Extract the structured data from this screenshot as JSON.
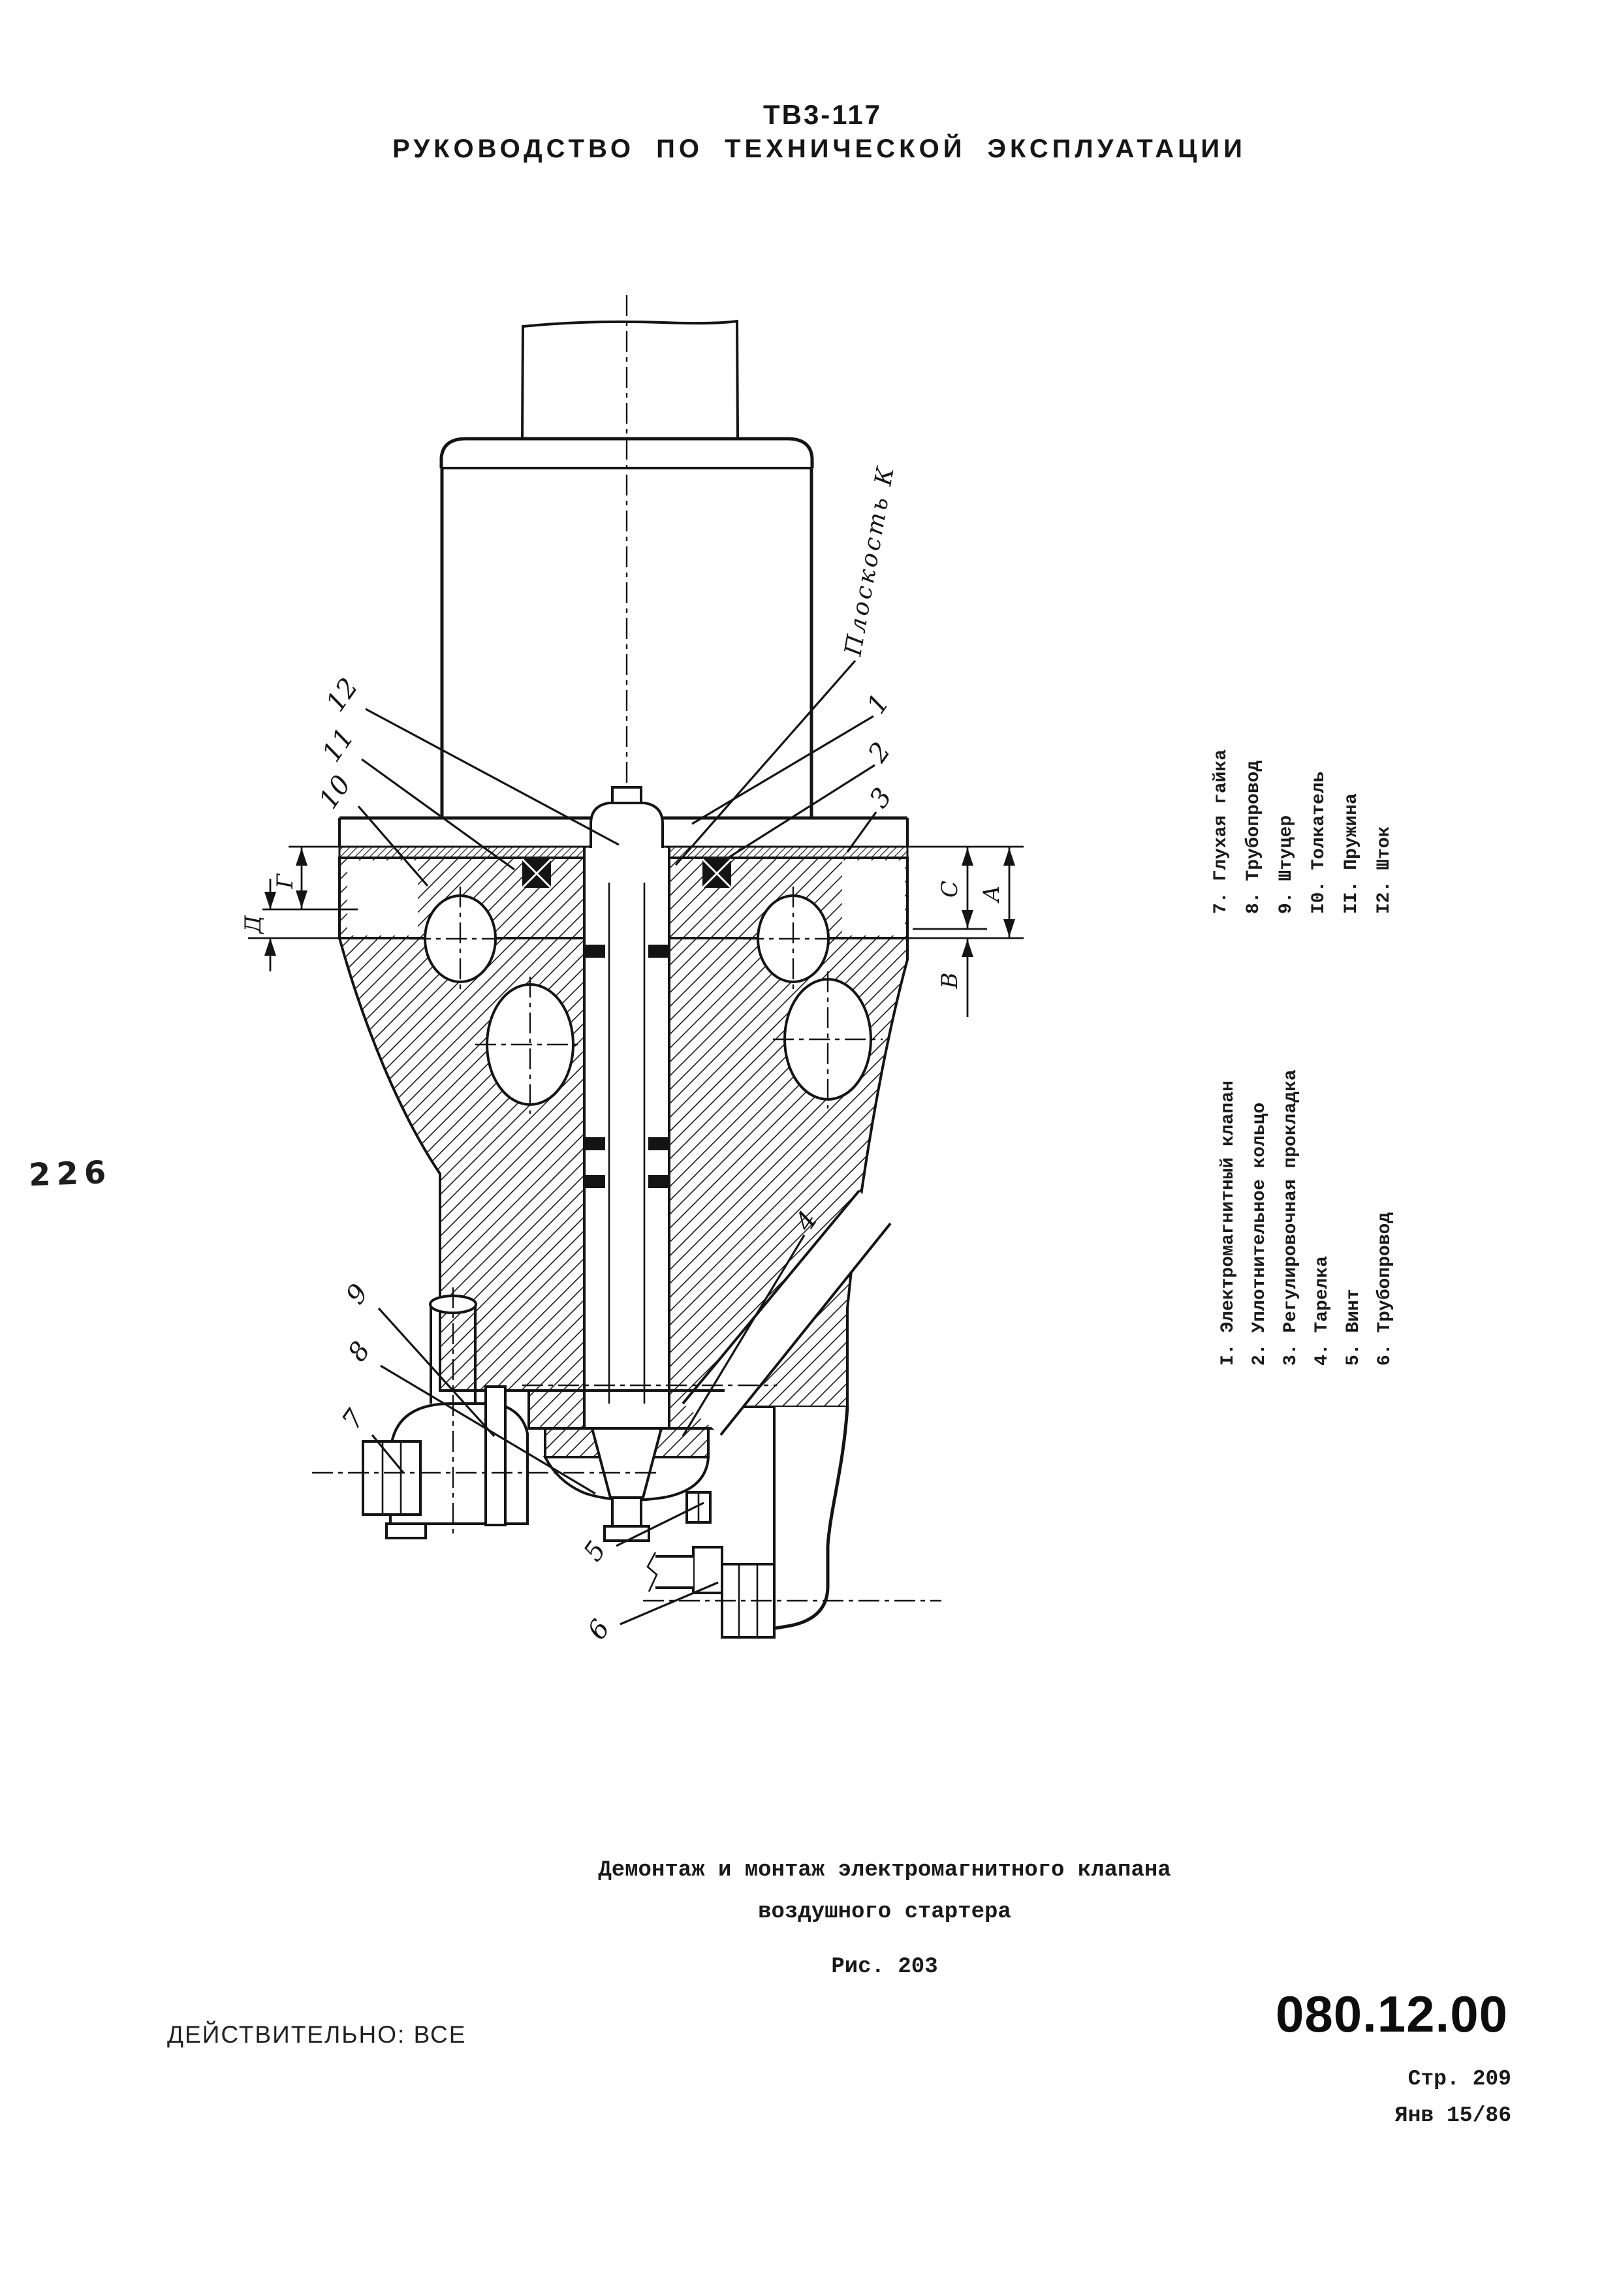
{
  "page": {
    "doc_code": "ТВ3-117",
    "doc_title": "РУКОВОДСТВО ПО ТЕХНИЧЕСКОЙ ЭКСПЛУАТАЦИИ",
    "handwritten_page_number": "226"
  },
  "figure": {
    "caption_line1": "Демонтаж и монтаж электромагнитного клапана",
    "caption_line2": "воздушного стартера",
    "figure_number": "Рис. 203"
  },
  "legend": {
    "group_upper": [
      "7. Глухая гайка",
      "8. Трубопровод",
      "9. Штуцер",
      "I0. Толкатель",
      "II. Пружина",
      "I2. Шток"
    ],
    "group_lower": [
      "I. Электромагнитный клапан",
      "2. Уплотнительное кольцо",
      "3. Регулировочная прокладка",
      "4. Тарелка",
      "5. Винт",
      "6. Трубопровод"
    ]
  },
  "drawing": {
    "plane_label": "Плоскость К",
    "callouts": {
      "n1": "1",
      "n2": "2",
      "n3": "3",
      "n4": "4",
      "n5": "5",
      "n6": "6",
      "n7": "7",
      "n8": "8",
      "n9": "9",
      "n10": "10",
      "n11": "11",
      "n12": "12"
    },
    "dimension_letters": {
      "g": "Г",
      "d": "Д",
      "s": "С",
      "a": "А",
      "v": "В"
    }
  },
  "footer": {
    "effectivity": "ДЕЙСТВИТЕЛЬНО: ВСЕ",
    "ata_code": "080.12.00",
    "page_ref": "Стр. 209",
    "date": "Янв 15/86"
  }
}
